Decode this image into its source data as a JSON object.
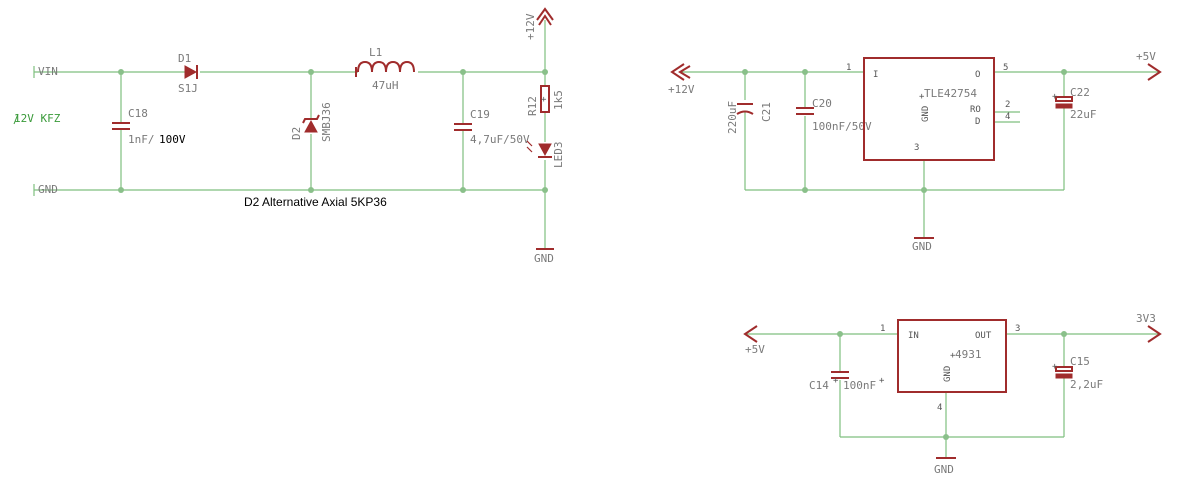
{
  "labels": {
    "vin": "VIN",
    "gnd_net": "GND",
    "kfz": "12V KFZ",
    "d1": "D1",
    "d1_value": "S1J",
    "c18": "C18",
    "c18_value_a": "1nF/",
    "c18_value_b": "100V",
    "d2": "D2",
    "d2_value": "SMBJ36",
    "l1": "L1",
    "l1_value": "47uH",
    "c19": "C19",
    "c19_value": "4,7uF/50V",
    "r12": "R12",
    "r12_value": "1k5",
    "led3": "LED3",
    "plus12_top": "+12V",
    "gnd_left": "GND",
    "note": "D2 Alternative Axial 5KP36",
    "plus12_mid": "+12V",
    "c21": "C21",
    "c21_value": "220uF",
    "c20": "C20",
    "c20_value": "100nF/50V",
    "u1_name": "TLE42754",
    "u1_pin_i": "I",
    "u1_pin_o": "O",
    "u1_pin_gnd": "GND",
    "u1_pin_ro": "RO",
    "u1_pin_d": "D",
    "u1_num_1": "1",
    "u1_num_5": "5",
    "u1_num_2": "2",
    "u1_num_4": "4",
    "u1_num_3": "3",
    "gnd_u1": "GND",
    "plus5_top": "+5V",
    "c22": "C22",
    "c22_value": "22uF",
    "plus5_bottom": "+5V",
    "c14": "C14",
    "c14_value": "100nF",
    "u2_name": "4931",
    "u2_pin_in": "IN",
    "u2_pin_out": "OUT",
    "u2_pin_gnd": "GND",
    "u2_num_1": "1",
    "u2_num_3": "3",
    "u2_num_4": "4",
    "gnd_u2": "GND",
    "v3v3": "3V3",
    "c15": "C15",
    "c15_value": "2,2uF"
  },
  "colors": {
    "wire": "#7fbf7f",
    "part": "#a02c2c",
    "label": "#7a7a7a",
    "net_label": "#3a9a3a"
  }
}
